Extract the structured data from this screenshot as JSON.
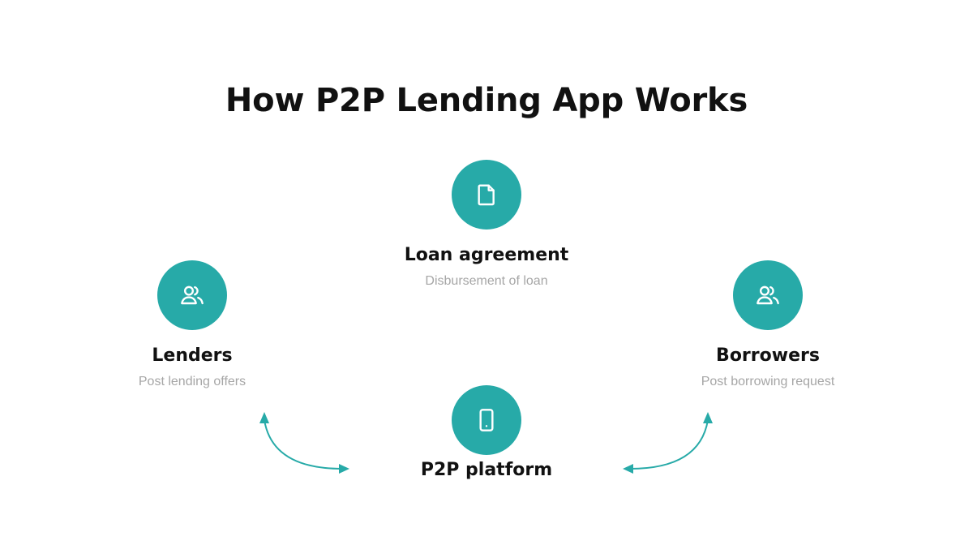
{
  "title": "How P2P Lending App Works",
  "accent_color": "#27aaa8",
  "nodes": {
    "loan_agreement": {
      "icon": "document-icon",
      "title": "Loan agreement",
      "subtitle": "Disbursement of loan"
    },
    "lenders": {
      "icon": "users-icon",
      "title": "Lenders",
      "subtitle": "Post lending offers"
    },
    "borrowers": {
      "icon": "users-icon",
      "title": "Borrowers",
      "subtitle": "Post borrowing request"
    },
    "platform": {
      "icon": "smartphone-icon",
      "title": "P2P platform"
    }
  },
  "connections": [
    {
      "from": "lenders",
      "to": "platform",
      "direction": "both"
    },
    {
      "from": "borrowers",
      "to": "platform",
      "direction": "both"
    }
  ]
}
